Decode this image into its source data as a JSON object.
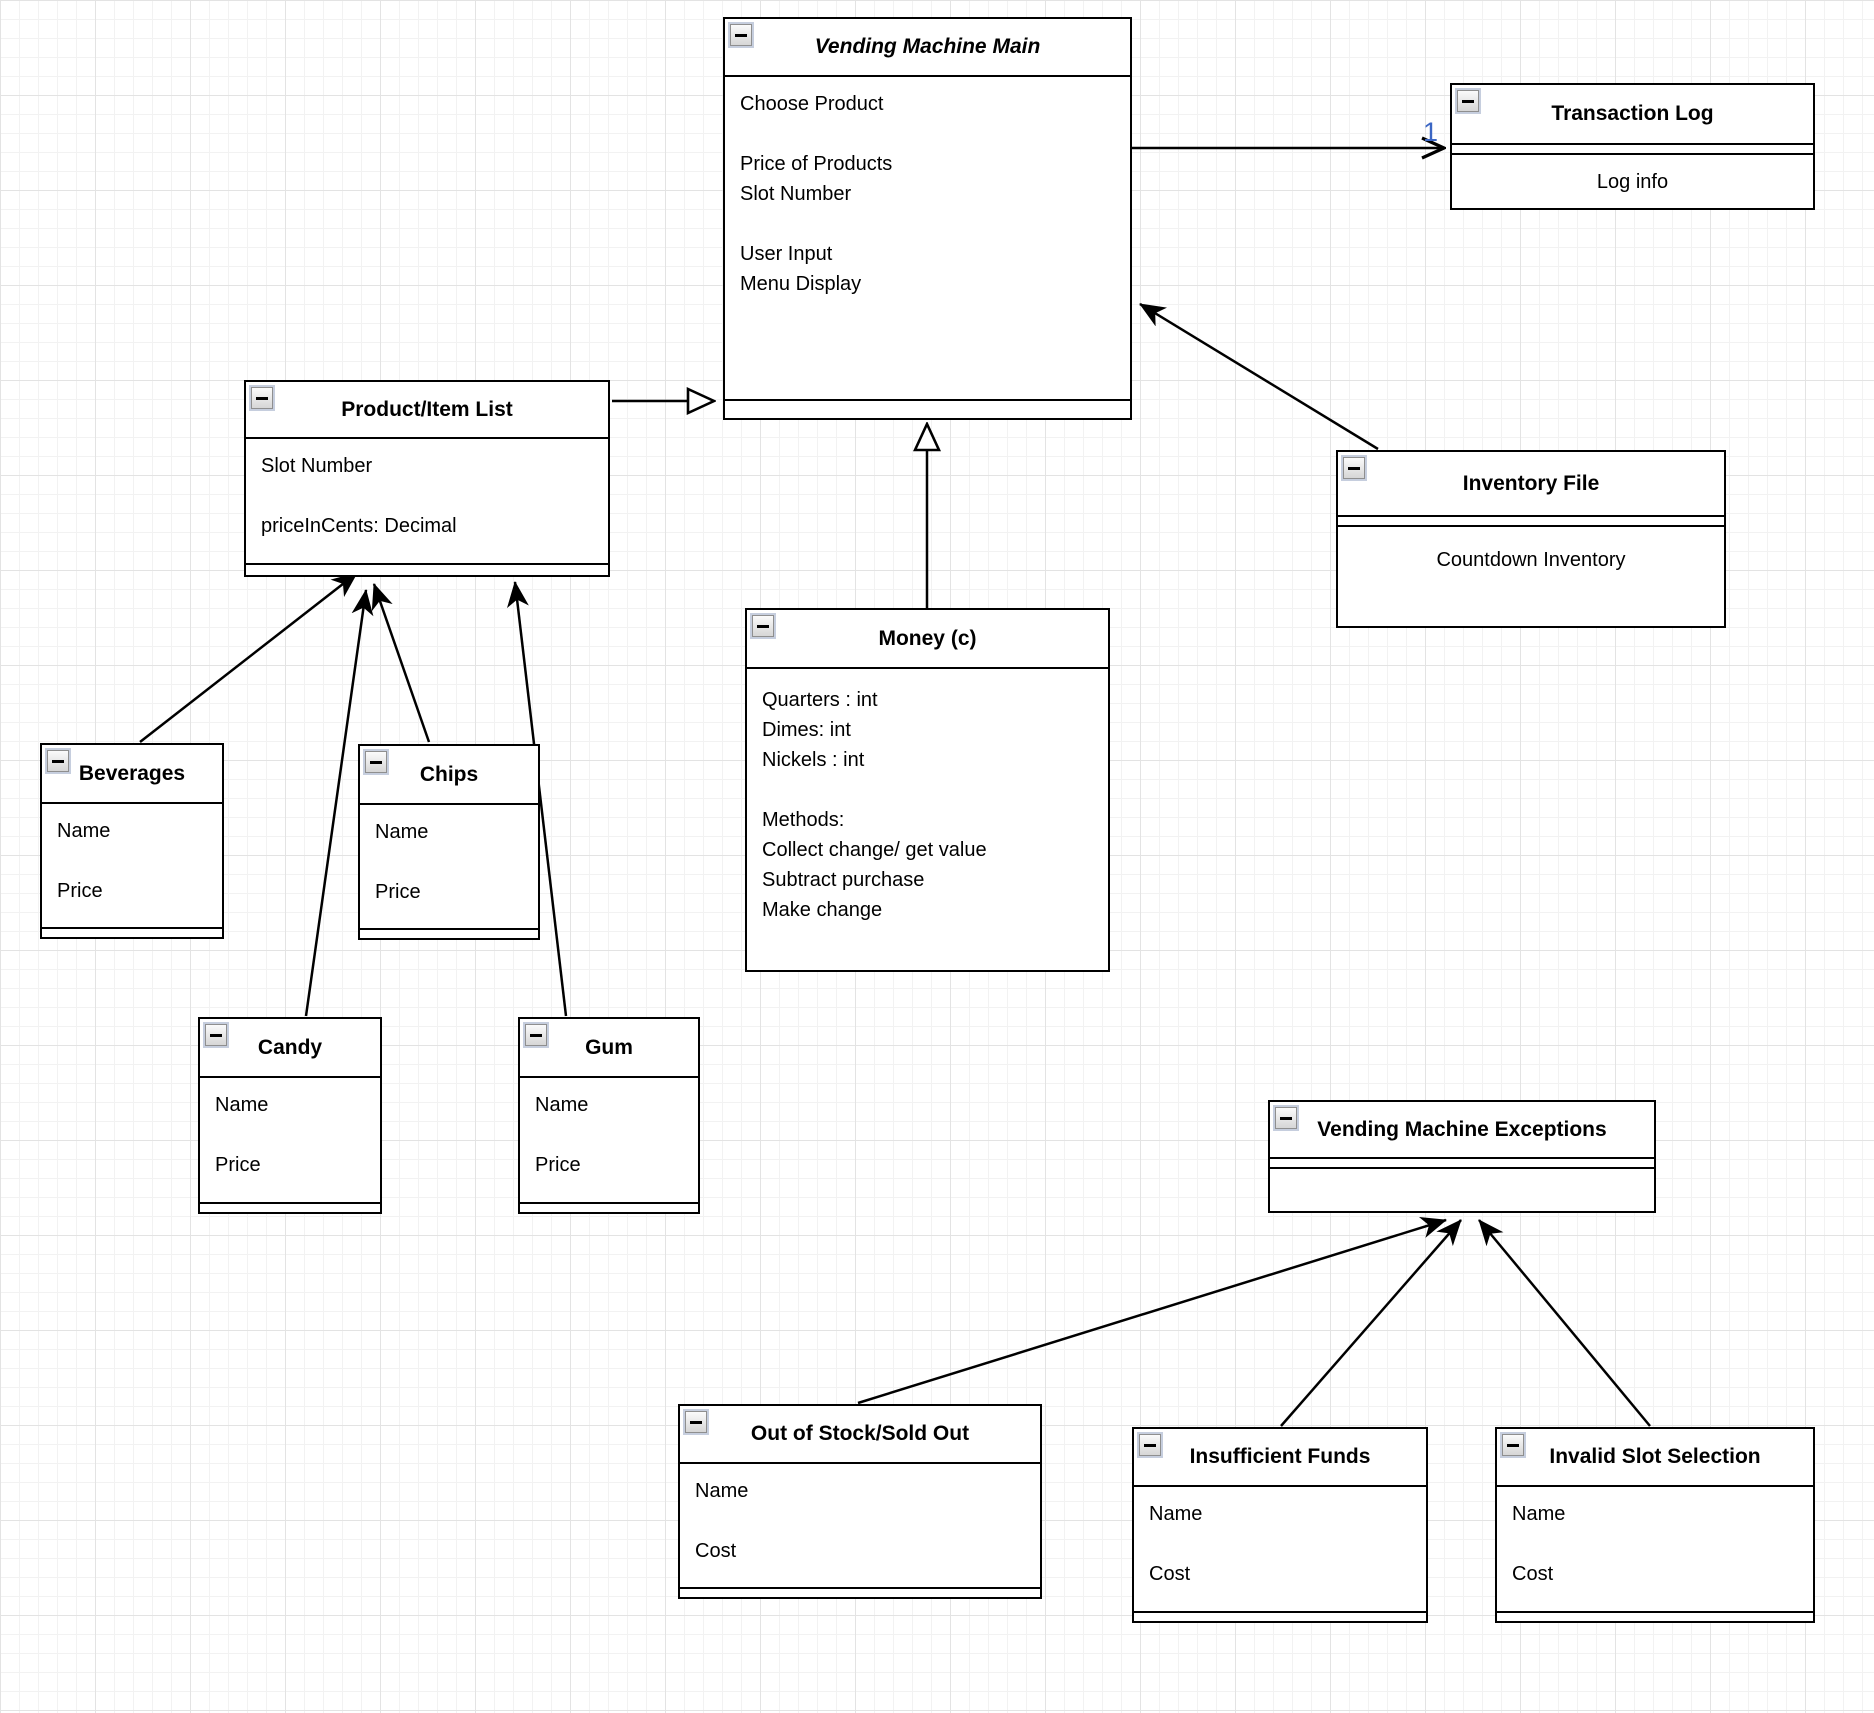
{
  "diagram": {
    "boxes": {
      "vending_machine_main": {
        "title": "Vending Machine Main",
        "lines": [
          "Choose Product",
          "",
          "Price of Products",
          "Slot Number",
          "",
          "User Input",
          "Menu Display"
        ]
      },
      "transaction_log": {
        "title": "Transaction Log",
        "lines": [
          "Log info"
        ]
      },
      "product_item_list": {
        "title": "Product/Item List",
        "lines": [
          "Slot Number",
          "",
          "priceInCents: Decimal"
        ]
      },
      "inventory_file": {
        "title": "Inventory File",
        "lines": [
          "Countdown Inventory"
        ]
      },
      "money": {
        "title": "Money (c)",
        "lines": [
          "Quarters : int",
          "Dimes: int",
          "Nickels : int",
          "",
          "Methods:",
          "Collect change/ get value",
          "Subtract purchase",
          "Make change"
        ]
      },
      "beverages": {
        "title": "Beverages",
        "lines": [
          "Name",
          "",
          "Price"
        ]
      },
      "chips": {
        "title": "Chips",
        "lines": [
          "Name",
          "",
          "Price"
        ]
      },
      "candy": {
        "title": "Candy",
        "lines": [
          "Name",
          "",
          "Price"
        ]
      },
      "gum": {
        "title": "Gum",
        "lines": [
          "Name",
          "",
          "Price"
        ]
      },
      "vending_machine_exceptions": {
        "title": "Vending Machine Exceptions",
        "lines": []
      },
      "out_of_stock": {
        "title": "Out of Stock/Sold Out",
        "lines": [
          "Name",
          "",
          "Cost"
        ]
      },
      "insufficient_funds": {
        "title": "Insufficient Funds",
        "lines": [
          "Name",
          "",
          "Cost"
        ]
      },
      "invalid_slot_selection": {
        "title": "Invalid Slot Selection",
        "lines": [
          "Name",
          "",
          "Cost"
        ]
      }
    },
    "edges": {
      "transaction_log_multiplicity": "1"
    },
    "colors": {
      "box_border": "#000000",
      "box_fill": "#ffffff",
      "edge": "#000000",
      "multiplicity_label": "#3b66c4",
      "grid_minor": "#f2f2f2",
      "grid_major": "#e3e3e3"
    },
    "icons": {
      "collapse": "collapse-minus-icon"
    }
  }
}
